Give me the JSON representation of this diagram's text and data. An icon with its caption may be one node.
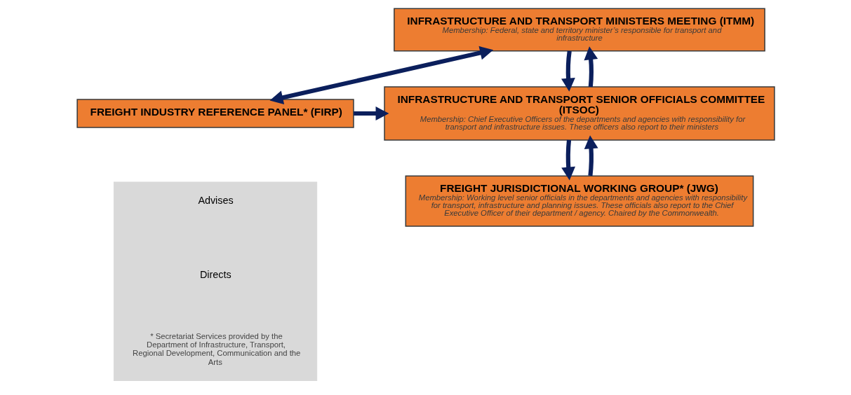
{
  "diagram": {
    "nodes": [
      {
        "text": [
          "INFRASTRUCTURE AND TRANSPORT MINISTERS MEETING (ITMM)",
          "Membership: Federal, state and territory minister’s responsible for transport and infrastructure"
        ]
      },
      {
        "text": [
          "FREIGHT INDUSTRY REFERENCE PANEL* (FIRP)"
        ]
      },
      {
        "text": [
          "INFRASTRUCTURE AND TRANSPORT SENIOR OFFICIALS COMMITTEE (ITSOC)",
          "Membership: Chief Executive Officers of the departments and agencies with responsibility for transport and infrastructure issues. These officers also report to their ministers"
        ]
      },
      {
        "text": [
          "FREIGHT JURISDICTIONAL WORKING GROUP* (JWG)",
          "Membership: Working level senior officials in the departments and agencies with responsibility for transport, infrastructure and planning issues. These officials also report to the Chief Executive Officer of their department / agency. Chaired by the Commonwealth."
        ]
      },
      {
        "text": [],
        "shape": "box"
      }
    ],
    "edges": [
      {
        "from": 1,
        "to": 0,
        "arrow": "both"
      },
      {
        "from": 1,
        "to": 2,
        "arrow": "to"
      },
      {
        "from": 2,
        "to": 0,
        "arrow": "to"
      },
      {
        "from": 0,
        "to": 2,
        "arrow": "to"
      },
      {
        "from": 3,
        "to": 2,
        "arrow": "to"
      },
      {
        "from": 2,
        "to": 3,
        "arrow": "to"
      }
    ],
    "labels": [
      "* Secretariat Services provided by the Department of Infrastructure, Transport, Regional Development, Communication and the Arts"
    ],
    "legend": [
      {
        "text": "Advises"
      },
      {
        "text": "Directs"
      }
    ]
  }
}
